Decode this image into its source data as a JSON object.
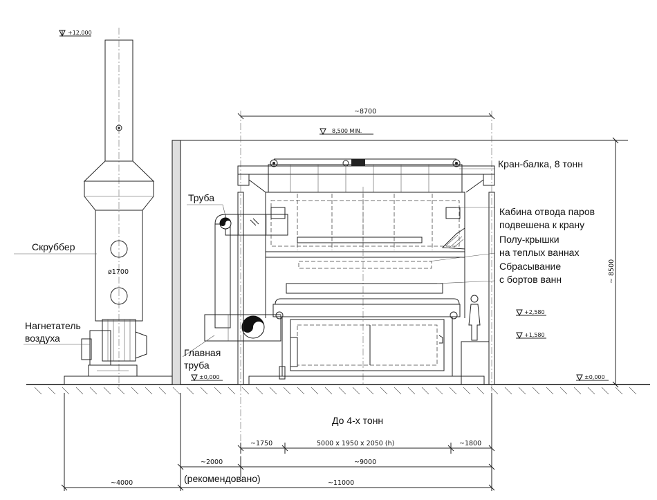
{
  "labels": {
    "scrubber": "Скруббер",
    "blower_line1": "Нагнетатель",
    "blower_line2": "воздуха",
    "pipe": "Труба",
    "main_pipe_line1": "Главная",
    "main_pipe_line2": "труба",
    "crane": "Кран-балка, 8 тонн",
    "cabin_line1": "Кабина отвода паров",
    "cabin_line2": "подвешена к крану",
    "half_lids_line1": "Полу-крышки",
    "half_lids_line2": "на теплых ваннах",
    "drop_line1": "Сбрасывание",
    "drop_line2": "с бортов ванн",
    "load": "До 4-х тонн",
    "recommended": "(рекомендовано)"
  },
  "levels": {
    "stack_top": "+12,000",
    "crane_min": "8,500 MIN.",
    "lvl_2580": "+2,580",
    "lvl_1580": "+1,580",
    "zero_left": "±0,000",
    "zero_right": "±0,000"
  },
  "dimensions": {
    "diameter": "ø1700",
    "width_top": "~8700",
    "height_right": "~ 8500",
    "d_1750": "~1750",
    "bath_size": "5000 x 1950 x 2050 (h)",
    "d_1800": "~1800",
    "d_2000": "~2000",
    "d_9000": "~9000",
    "d_4000": "~4000",
    "d_11000": "~11000"
  }
}
